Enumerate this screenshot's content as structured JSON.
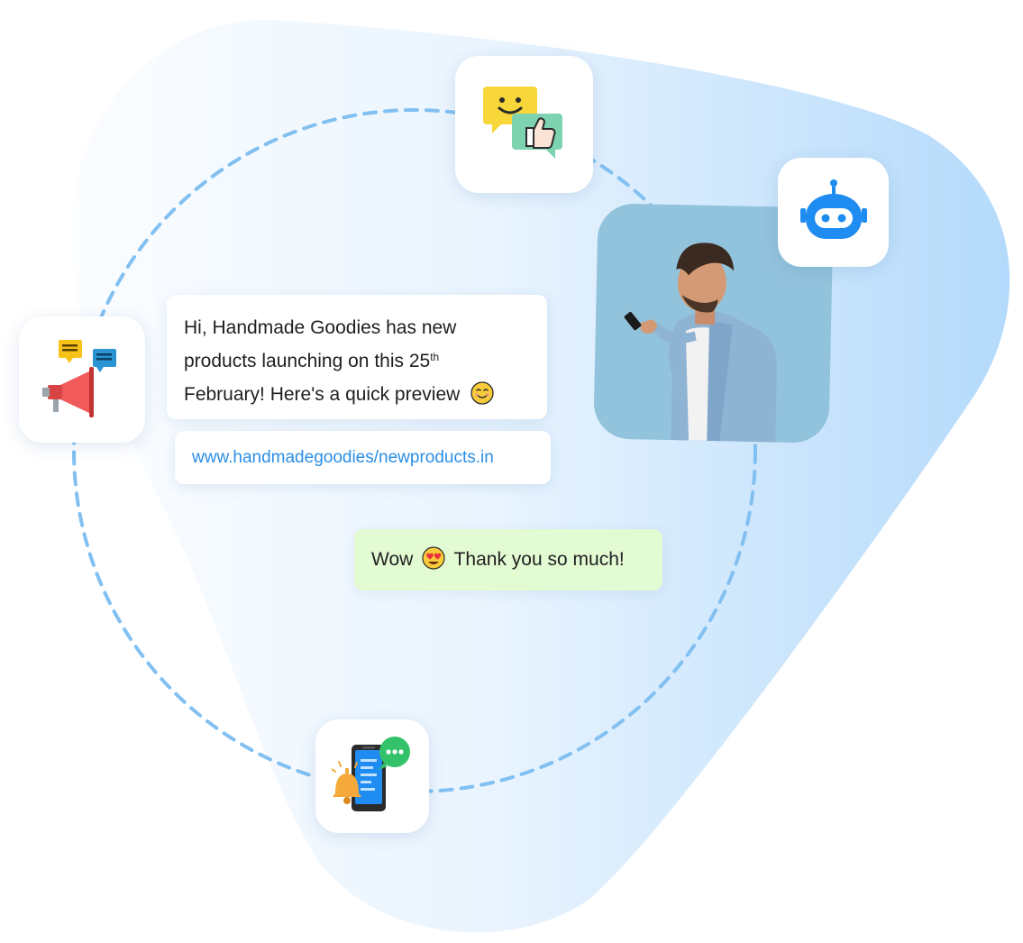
{
  "message": {
    "line1": "Hi, Handmade Goodies has new",
    "line2_pre": "products launching on this 25",
    "line2_sup": "th",
    "line3": "February! Here's a quick preview",
    "link": "www.handmadegoodies/newproducts.in"
  },
  "reply": {
    "before": "Wow",
    "after": "Thank you so much!"
  },
  "icons": {
    "top": "feedback-chat-icon",
    "left": "megaphone-icon",
    "right": "chatbot-icon",
    "bottom": "phone-notification-icon",
    "smile_emoji": "smiling-face-emoji-icon",
    "heart_eyes_emoji": "heart-eyes-emoji-icon"
  },
  "colors": {
    "blob_light": "#f3f9ff",
    "blob_dark": "#b7dcfb",
    "dashed_circle": "#82c0f2",
    "link": "#2a8ee6",
    "reply_bubble": "#e2fbd3",
    "robot": "#1e8cf0"
  }
}
